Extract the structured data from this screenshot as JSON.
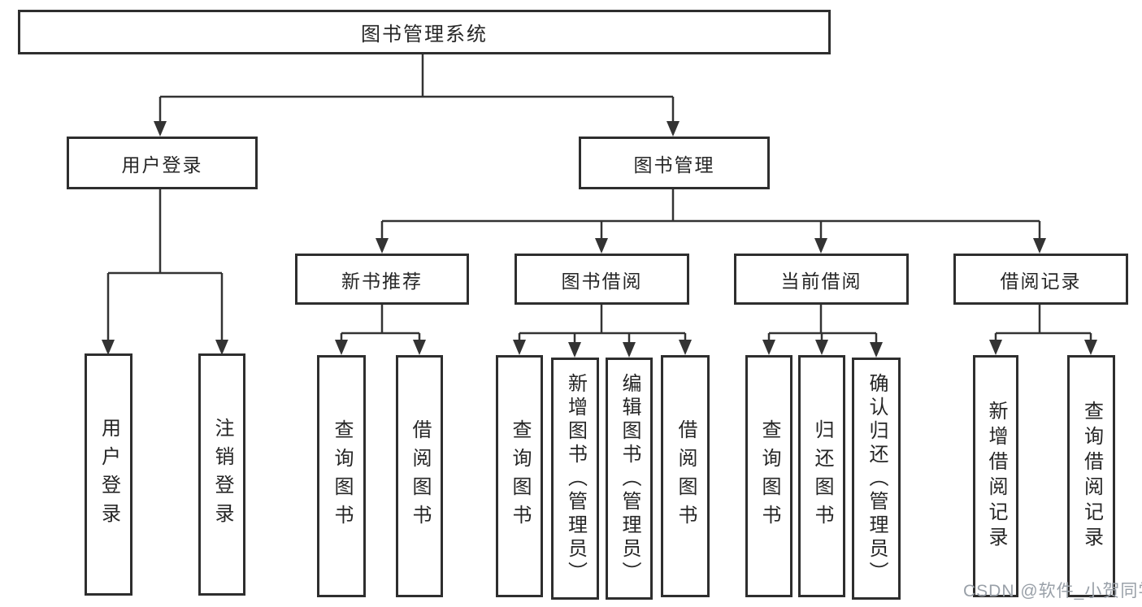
{
  "diagram": {
    "root": "图书管理系统",
    "branches": [
      {
        "label": "用户登录",
        "children": [
          {
            "label": "用户登录"
          },
          {
            "label": "注销登录"
          }
        ]
      },
      {
        "label": "图书管理",
        "children": [
          {
            "label": "新书推荐",
            "children": [
              {
                "label": "查询图书"
              },
              {
                "label": "借阅图书"
              }
            ]
          },
          {
            "label": "图书借阅",
            "children": [
              {
                "label": "查询图书"
              },
              {
                "label": "新增图书（管理员）"
              },
              {
                "label": "编辑图书（管理员）"
              },
              {
                "label": "借阅图书"
              }
            ]
          },
          {
            "label": "当前借阅",
            "children": [
              {
                "label": "查询图书"
              },
              {
                "label": "归还图书"
              },
              {
                "label": "确认归还（管理员）"
              }
            ]
          },
          {
            "label": "借阅记录",
            "children": [
              {
                "label": "新增借阅记录"
              },
              {
                "label": "查询借阅记录"
              }
            ]
          }
        ]
      }
    ]
  },
  "watermark": {
    "text": "CSDN @软件_小贺同学"
  },
  "colors": {
    "background": "#ffffff",
    "box_border": "#2e2e2e",
    "connector_line": "#333333",
    "text": "#262626",
    "watermark_text": "#99a0a8"
  }
}
